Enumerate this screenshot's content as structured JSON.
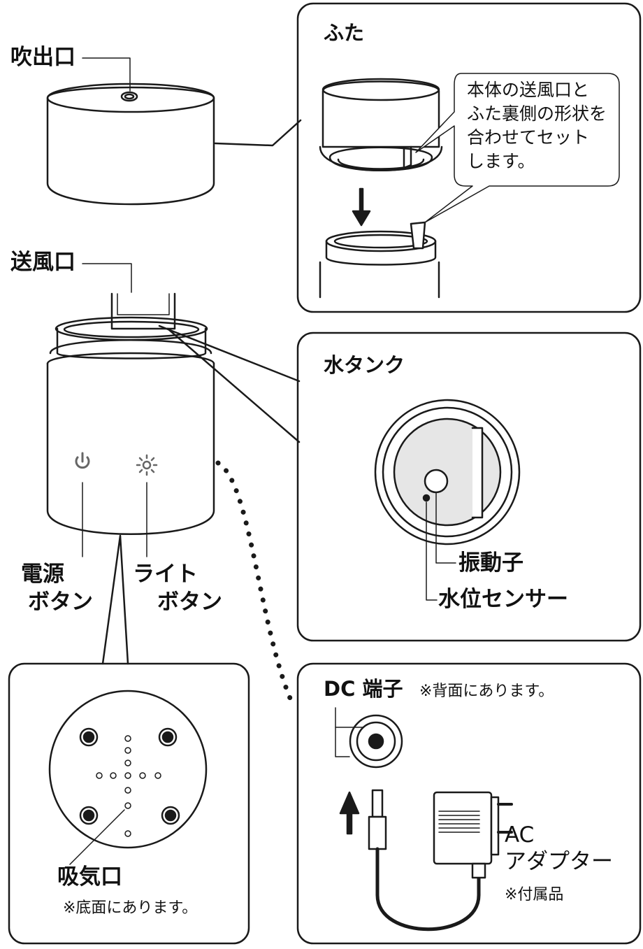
{
  "labels": {
    "outlet": "吹出口",
    "fan_port": "送風口",
    "power_button": [
      "電源",
      "ボタン"
    ],
    "light_button": [
      "ライト",
      "ボタン"
    ],
    "intake": "吸気口",
    "intake_note": "※底面にあります。"
  },
  "panels": {
    "lid": {
      "title": "ふた",
      "callout": [
        "本体の送風口と",
        "ふた裏側の形状を",
        "合わせてセット",
        "します。"
      ]
    },
    "tank": {
      "title": "水タンク",
      "vibrator": "振動子",
      "water_sensor": "水位センサー"
    },
    "dc": {
      "title": "DC 端子",
      "note": "※背面にあります。",
      "adapter": [
        "AC",
        "アダプター"
      ],
      "adapter_note": "※付属品"
    }
  },
  "colors": {
    "line": "#1a1a1a",
    "gray_fill": "#e6e6e6",
    "icon_gray": "#666666"
  }
}
